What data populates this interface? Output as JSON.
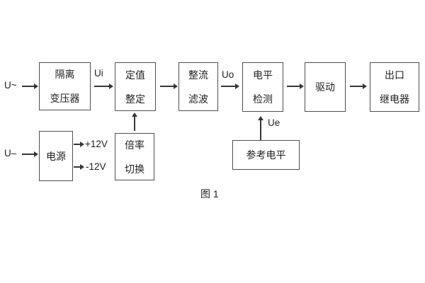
{
  "diagram": {
    "caption": "图 1",
    "inputs": {
      "ac_label": "U~",
      "dc_label": "U–"
    },
    "signals": {
      "ui": "Ui",
      "uo": "Uo",
      "ue": "Ue"
    },
    "power_rails": {
      "positive": "+12V",
      "negative": "-12V"
    },
    "blocks": {
      "isolation_transformer": {
        "line1": "隔离",
        "line2": "变压器"
      },
      "value_setting": {
        "line1": "定值",
        "line2": "整定"
      },
      "rectifier_filter": {
        "line1": "整流",
        "line2": "滤波"
      },
      "level_detection": {
        "line1": "电平",
        "line2": "检测"
      },
      "driver": {
        "label": "驱动"
      },
      "output_relay": {
        "line1": "出口",
        "line2": "继电器"
      },
      "power_supply": {
        "label": "电源"
      },
      "ratio_switching": {
        "line1": "倍率",
        "line2": "切换"
      },
      "reference_level": {
        "label": "参考电平"
      }
    },
    "colors": {
      "background": "#ffffff",
      "box_border": "#4f4f4f",
      "line": "#363636",
      "text": "#1f1f1f"
    }
  }
}
